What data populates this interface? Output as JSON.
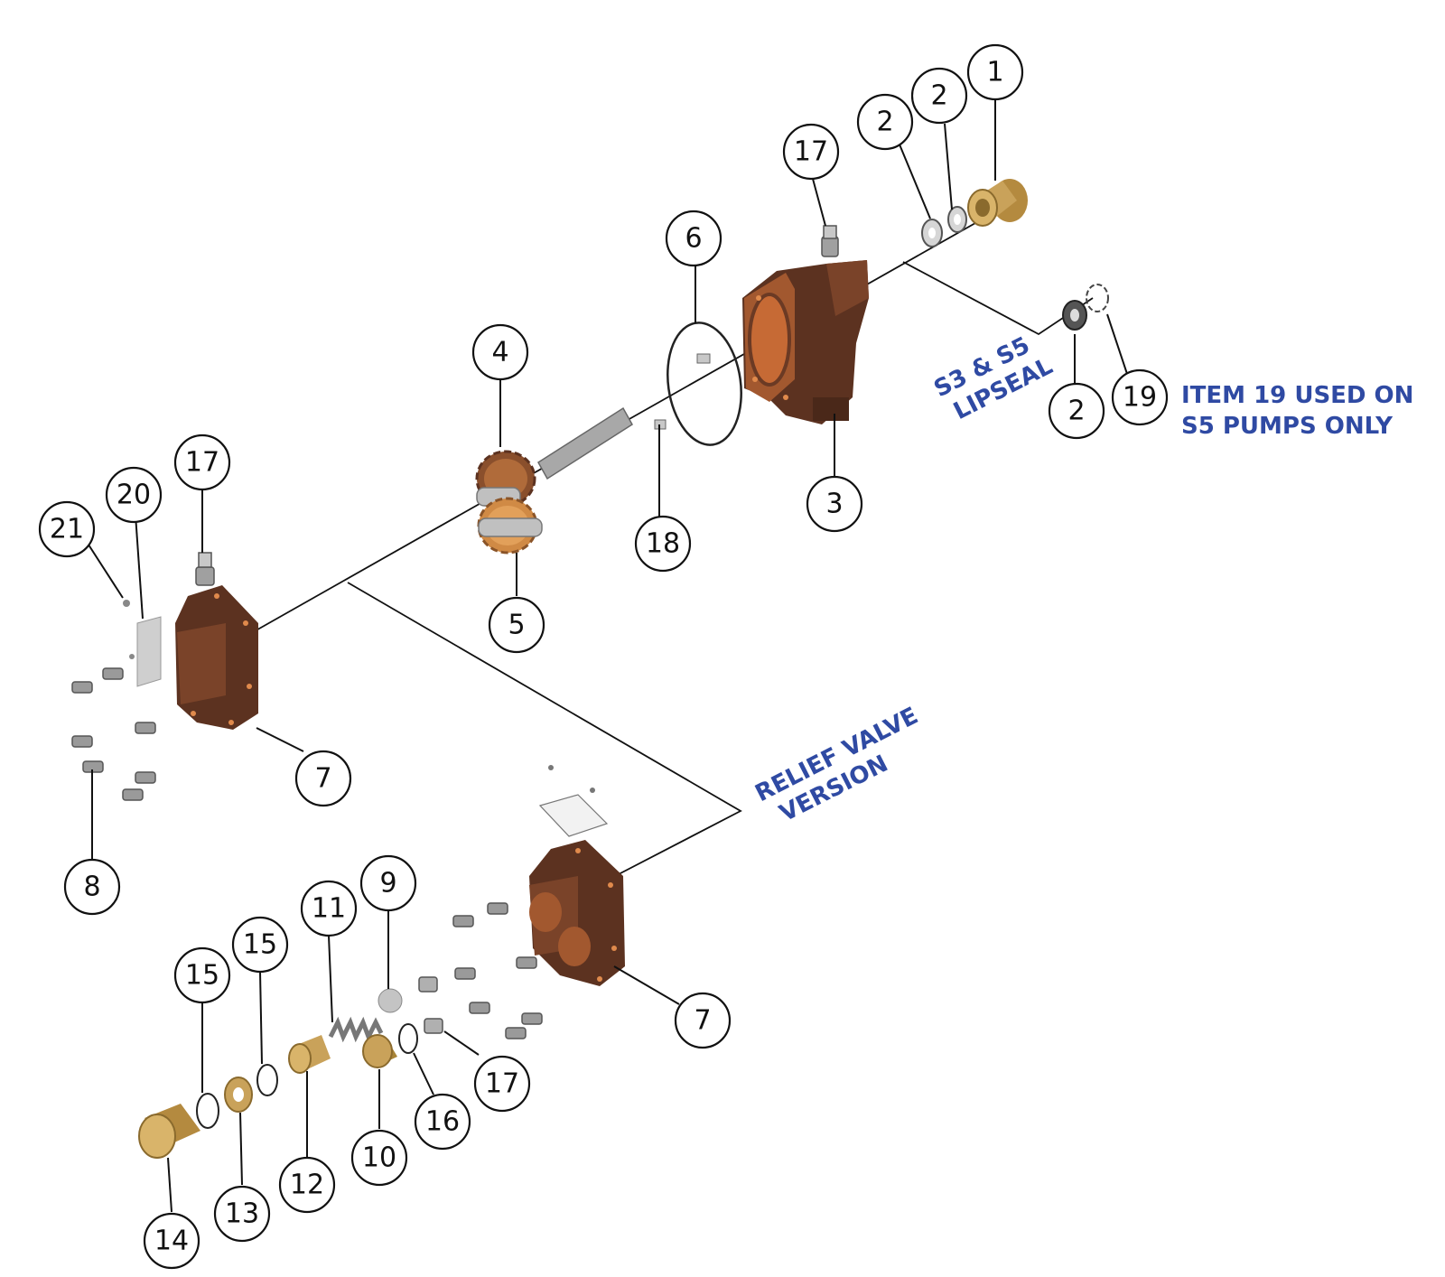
{
  "callouts": [
    {
      "id": "c1",
      "label": "1"
    },
    {
      "id": "c2a",
      "label": "2"
    },
    {
      "id": "c2b",
      "label": "2"
    },
    {
      "id": "c2c",
      "label": "2"
    },
    {
      "id": "c3",
      "label": "3"
    },
    {
      "id": "c4",
      "label": "4"
    },
    {
      "id": "c5",
      "label": "5"
    },
    {
      "id": "c6",
      "label": "6"
    },
    {
      "id": "c7a",
      "label": "7"
    },
    {
      "id": "c7b",
      "label": "7"
    },
    {
      "id": "c8",
      "label": "8"
    },
    {
      "id": "c9",
      "label": "9"
    },
    {
      "id": "c10",
      "label": "10"
    },
    {
      "id": "c11",
      "label": "11"
    },
    {
      "id": "c12",
      "label": "12"
    },
    {
      "id": "c13",
      "label": "13"
    },
    {
      "id": "c14",
      "label": "14"
    },
    {
      "id": "c15a",
      "label": "15"
    },
    {
      "id": "c15b",
      "label": "15"
    },
    {
      "id": "c16",
      "label": "16"
    },
    {
      "id": "c17a",
      "label": "17"
    },
    {
      "id": "c17b",
      "label": "17"
    },
    {
      "id": "c17c",
      "label": "17"
    },
    {
      "id": "c18",
      "label": "18"
    },
    {
      "id": "c19",
      "label": "19"
    },
    {
      "id": "c20",
      "label": "20"
    },
    {
      "id": "c21",
      "label": "21"
    }
  ],
  "notes": {
    "lipseal_line1": "S3 & S5",
    "lipseal_line2": "LIPSEAL",
    "item19_line1": "ITEM 19 USED ON",
    "item19_line2": "S5 PUMPS ONLY",
    "relief_line1": "RELIEF VALVE",
    "relief_line2": "VERSION"
  },
  "colors": {
    "housing": "#6b3a24",
    "housing_light": "#a2582f",
    "housing_dark": "#3f2114",
    "brass": "#c9a25a",
    "brass_dark": "#8a6a2d",
    "steel": "#b9b9b9",
    "steel_dark": "#7d7d7d",
    "note_blue": "#2f4aa3"
  }
}
